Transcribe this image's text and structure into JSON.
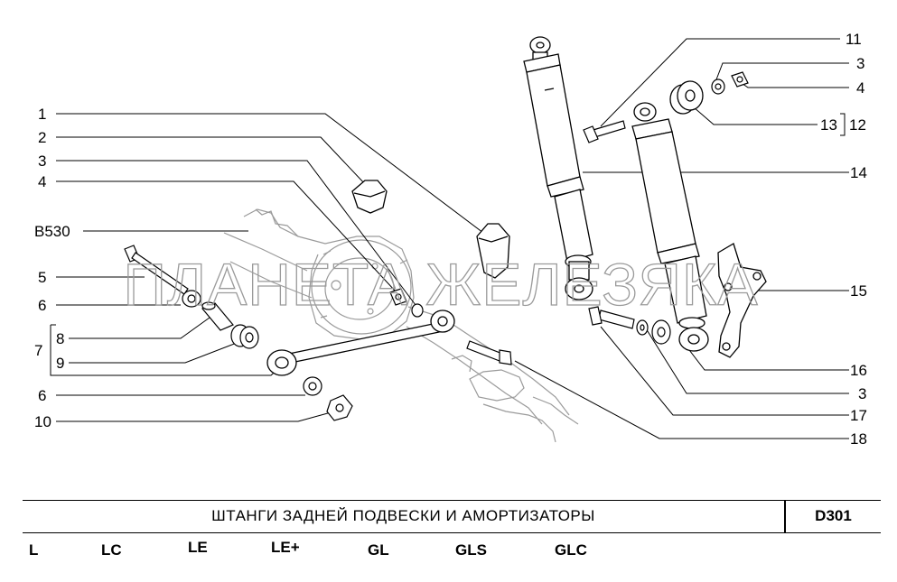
{
  "diagram": {
    "callouts_left": [
      "1",
      "2",
      "3",
      "4",
      "B530",
      "5",
      "6",
      "8",
      "7",
      "9",
      "6",
      "10"
    ],
    "callouts_right": [
      "11",
      "3",
      "4",
      "13",
      "12",
      "14",
      "15",
      "16",
      "3",
      "17",
      "18"
    ],
    "watermark": "ПЛАНЕТА ЖЕЛЕЗЯКА"
  },
  "footer": {
    "title": "ШТАНГИ ЗАДНЕЙ ПОДВЕСКИ И АМОРТИЗАТОРЫ",
    "code": "D301",
    "variants": [
      "L",
      "LC",
      "LE",
      "LE+",
      "GL",
      "GLS",
      "GLC"
    ]
  }
}
